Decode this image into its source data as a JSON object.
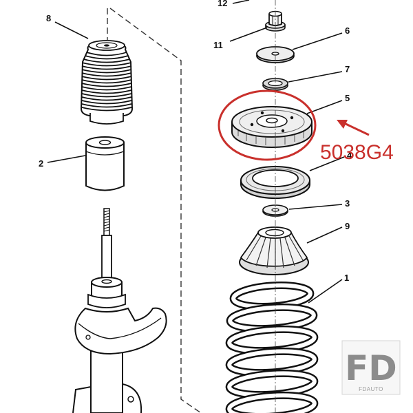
{
  "diagram": {
    "callouts": {
      "p12": "12",
      "p8": "8",
      "p11": "11",
      "p6": "6",
      "p7": "7",
      "p5": "5",
      "p4": "4",
      "p2": "2",
      "p3": "3",
      "p9": "9",
      "p1": "1"
    },
    "highlight": {
      "part_number": "5038G4",
      "color": "#c9302c",
      "icon": "arrow-icon"
    }
  },
  "watermark": {
    "logo": "FD",
    "brand": "FDAUTO"
  }
}
